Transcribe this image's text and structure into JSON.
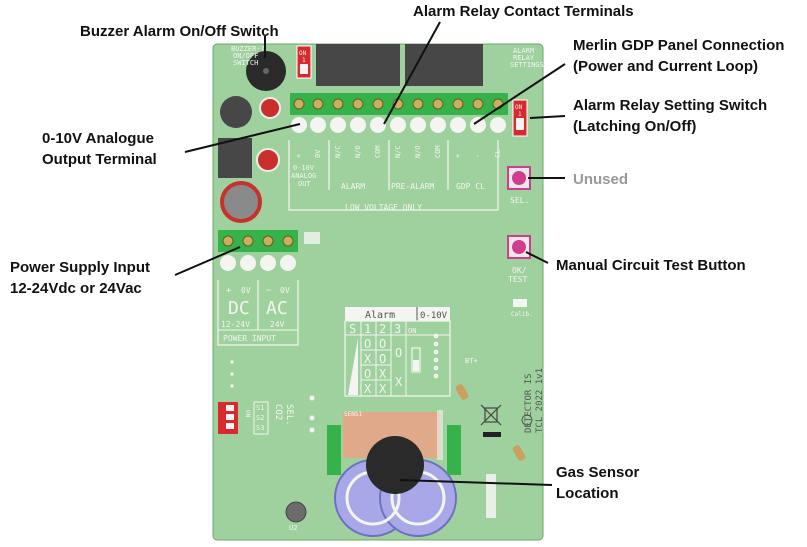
{
  "callouts": {
    "buzzer": "Buzzer Alarm On/Off Switch",
    "relay_terminals": "Alarm Relay Contact Terminals",
    "merlin_line1": "Merlin GDP Panel Connection",
    "merlin_line2": "(Power and Current Loop)",
    "relay_setting_line1": "Alarm  Relay Setting Switch",
    "relay_setting_line2": "(Latching On/Off)",
    "analogue_line1": "0-10V Analogue",
    "analogue_line2": "Output Terminal",
    "unused": "Unused",
    "power_line1": "Power Supply Input",
    "power_line2": "12-24Vdc or 24Vac",
    "test_button": "Manual Circuit Test Button",
    "gas_line1": "Gas Sensor",
    "gas_line2": "Location"
  },
  "board": {
    "buzzer_switch_label": [
      "BUZZER-?",
      "ON/OFF",
      "SWITCH"
    ],
    "relay_settings_label": [
      "ALARM",
      "RELAY",
      "SETTINGS"
    ],
    "switch_on": "ON",
    "switch_one": "1",
    "terminal_pins_top": [
      "+",
      "0V",
      "N/C",
      "N/O",
      "COM",
      "N/C",
      "N/O",
      "COM",
      "+",
      "-",
      "CL"
    ],
    "group_analog": [
      "0-10V",
      "ANALOG",
      "OUT"
    ],
    "group_alarm": "ALARM",
    "group_prealarm": "PRE-ALARM",
    "group_gdp": "GDP CL",
    "low_voltage": "LOW VOLTAGE ONLY",
    "sel_label": "SEL.",
    "ok_test": [
      "OK/",
      "TEST"
    ],
    "calib": "Calib.",
    "power": {
      "plus": "+",
      "zero": "0V",
      "tilde": "~",
      "zero2": "0V",
      "dc": "DC",
      "ac": "AC",
      "dc_v": "12-24V",
      "ac_v": "24V",
      "label": "POWER INPUT"
    },
    "table": {
      "alarm": "Alarm",
      "range": "0-10V",
      "cols": [
        "S",
        "1",
        "2",
        "3",
        "ON"
      ],
      "rows": [
        [
          "O",
          "O"
        ],
        [
          "X",
          "O"
        ],
        [
          "O",
          "X"
        ],
        [
          "X",
          "X"
        ]
      ]
    },
    "brand": [
      "DETECTOR IS",
      "TCL 2022  1v1"
    ],
    "co2_sel": [
      "CO2",
      "SEL."
    ],
    "dip_rows": [
      "S1",
      "S2",
      "S3"
    ],
    "dip_on": "ON",
    "bt_label": "BT+",
    "u2": "U2",
    "cn_sensor": "SENS1"
  },
  "colors": {
    "pcb": "#9fd19f",
    "pcb_dark": "#7dbf7d",
    "terminal_green": "#35b24a",
    "switch_red": "#d8292f",
    "button_pink": "#d23c8c",
    "sensor_purple": "#a8a8e8",
    "sensor_copper": "#e0a98a",
    "callout_line": "#111111"
  }
}
